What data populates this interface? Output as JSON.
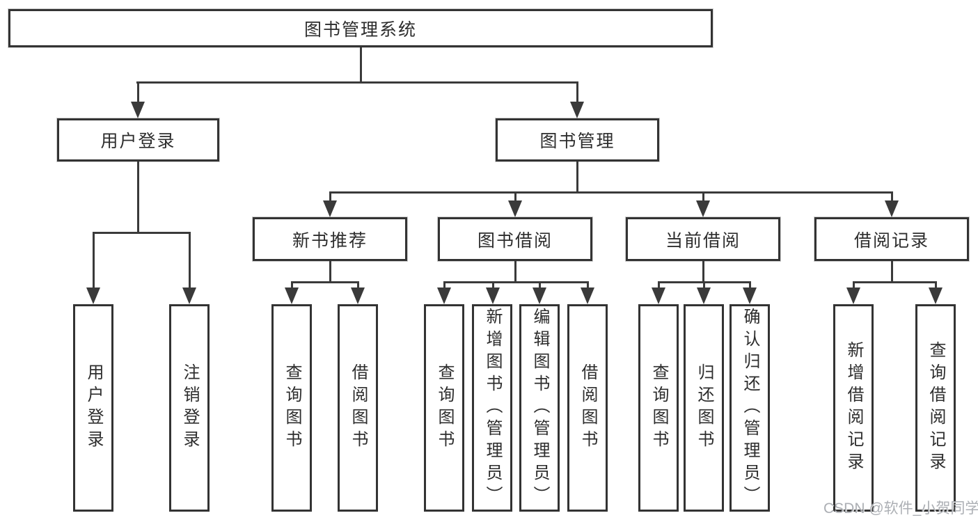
{
  "tree": {
    "root": {
      "label": "图书管理系统"
    },
    "children": [
      {
        "label": "用户登录",
        "children": [
          {
            "label": "用户登录"
          },
          {
            "label": "注销登录"
          }
        ]
      },
      {
        "label": "图书管理",
        "children": [
          {
            "label": "新书推荐",
            "children": [
              {
                "label": "查询图书"
              },
              {
                "label": "借阅图书"
              }
            ]
          },
          {
            "label": "图书借阅",
            "children": [
              {
                "label": "查询图书"
              },
              {
                "label": "新增图书（管理员）"
              },
              {
                "label": "编辑图书（管理员）"
              },
              {
                "label": "借阅图书"
              }
            ]
          },
          {
            "label": "当前借阅",
            "children": [
              {
                "label": "查询图书"
              },
              {
                "label": "归还图书"
              },
              {
                "label": "确认归还（管理员）"
              }
            ]
          },
          {
            "label": "借阅记录",
            "children": [
              {
                "label": "新增借阅记录"
              },
              {
                "label": "查询借阅记录"
              }
            ]
          }
        ]
      }
    ]
  },
  "watermark": {
    "text": "CSDN @软件_小贺同学"
  },
  "colors": {
    "line": "#3a3a3a",
    "border": "#333333",
    "text": "#2d2d2d",
    "background": "#ffffff",
    "watermark": "#a8abb0"
  }
}
